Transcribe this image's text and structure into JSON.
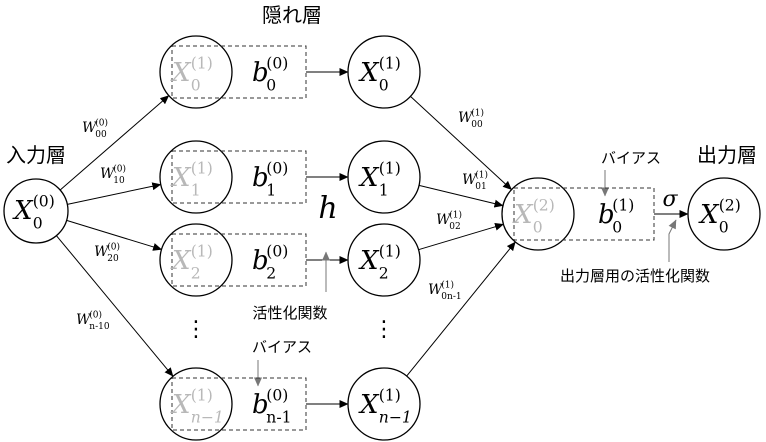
{
  "headings": {
    "hidden_layer": "隠れ層",
    "input_layer": "入力層",
    "output_layer": "出力層"
  },
  "input_node": {
    "base": "X",
    "sup": "(0)",
    "sub": "0"
  },
  "hidden_nodes": [
    {
      "ghost": {
        "base": "X",
        "sup": "(1)",
        "sub": "0"
      },
      "bias": {
        "base": "b",
        "sup": "(0)",
        "sub": "0"
      },
      "out": {
        "base": "X",
        "sup": "(1)",
        "sub": "0"
      },
      "w_in": {
        "base": "W",
        "sup": "(0)",
        "sub": "00"
      },
      "w_out": {
        "base": "W",
        "sup": "(1)",
        "sub": "00"
      }
    },
    {
      "ghost": {
        "base": "X",
        "sup": "(1)",
        "sub": "1"
      },
      "bias": {
        "base": "b",
        "sup": "(0)",
        "sub": "1"
      },
      "out": {
        "base": "X",
        "sup": "(1)",
        "sub": "1"
      },
      "w_in": {
        "base": "W",
        "sup": "(0)",
        "sub": "10"
      },
      "w_out": {
        "base": "W",
        "sup": "(1)",
        "sub": "01"
      }
    },
    {
      "ghost": {
        "base": "X",
        "sup": "(1)",
        "sub": "2"
      },
      "bias": {
        "base": "b",
        "sup": "(0)",
        "sub": "2"
      },
      "out": {
        "base": "X",
        "sup": "(1)",
        "sub": "2"
      },
      "w_in": {
        "base": "W",
        "sup": "(0)",
        "sub": "20"
      },
      "w_out": {
        "base": "W",
        "sup": "(1)",
        "sub": "02"
      }
    },
    {
      "ghost": {
        "base": "X",
        "sup": "(1)",
        "sub": "n−1"
      },
      "bias": {
        "base": "b",
        "sup": "(0)",
        "sub": "n-1"
      },
      "out": {
        "base": "X",
        "sup": "(1)",
        "sub": "n−1"
      },
      "w_in": {
        "base": "W",
        "sup": "(0)",
        "sub": "n-10"
      },
      "w_out": {
        "base": "W",
        "sup": "(1)",
        "sub": "0n-1"
      }
    }
  ],
  "output_node": {
    "ghost": {
      "base": "X",
      "sup": "(2)",
      "sub": "0"
    },
    "bias": {
      "base": "b",
      "sup": "(1)",
      "sub": "0"
    },
    "out": {
      "base": "X",
      "sup": "(2)",
      "sub": "0"
    },
    "activation": "σ"
  },
  "h_symbol": "h",
  "ellipsis": "⋮",
  "annotations": {
    "activation_function": "活性化関数",
    "bias_hidden": "バイアス",
    "bias_output": "バイアス",
    "output_activation": "出力層用の活性化関数"
  }
}
